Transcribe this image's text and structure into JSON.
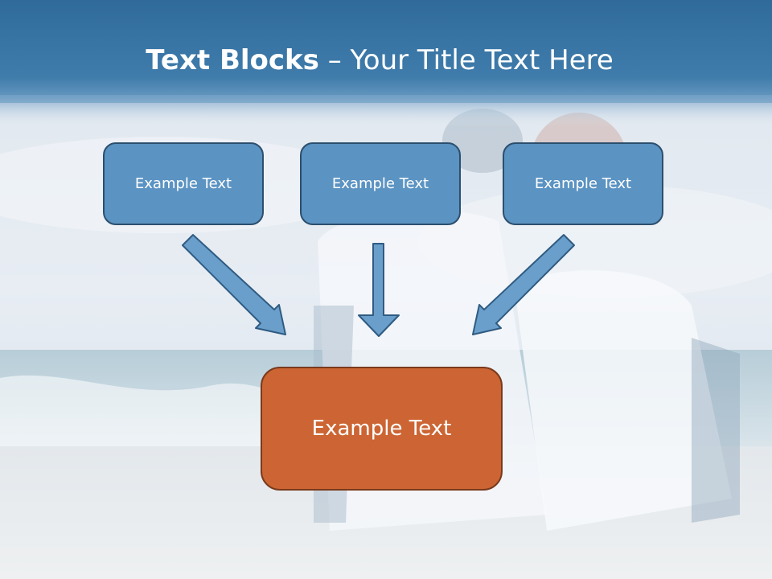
{
  "slide": {
    "title_bold": "Text Blocks",
    "title_dash": "–",
    "title_rest": "Your Title Text Here",
    "blocks": [
      {
        "label": "Example Text"
      },
      {
        "label": "Example Text"
      },
      {
        "label": "Example Text"
      }
    ],
    "main_block": {
      "label": "Example Text"
    }
  },
  "colors": {
    "title_band": "#3a74a4",
    "block_fill": "#5b93c2",
    "block_border": "#2c4f6e",
    "main_fill": "#cc6533",
    "main_border": "#7a3a1d",
    "arrow_fill": "#6a9fcb",
    "arrow_stroke": "#2f5b82"
  }
}
